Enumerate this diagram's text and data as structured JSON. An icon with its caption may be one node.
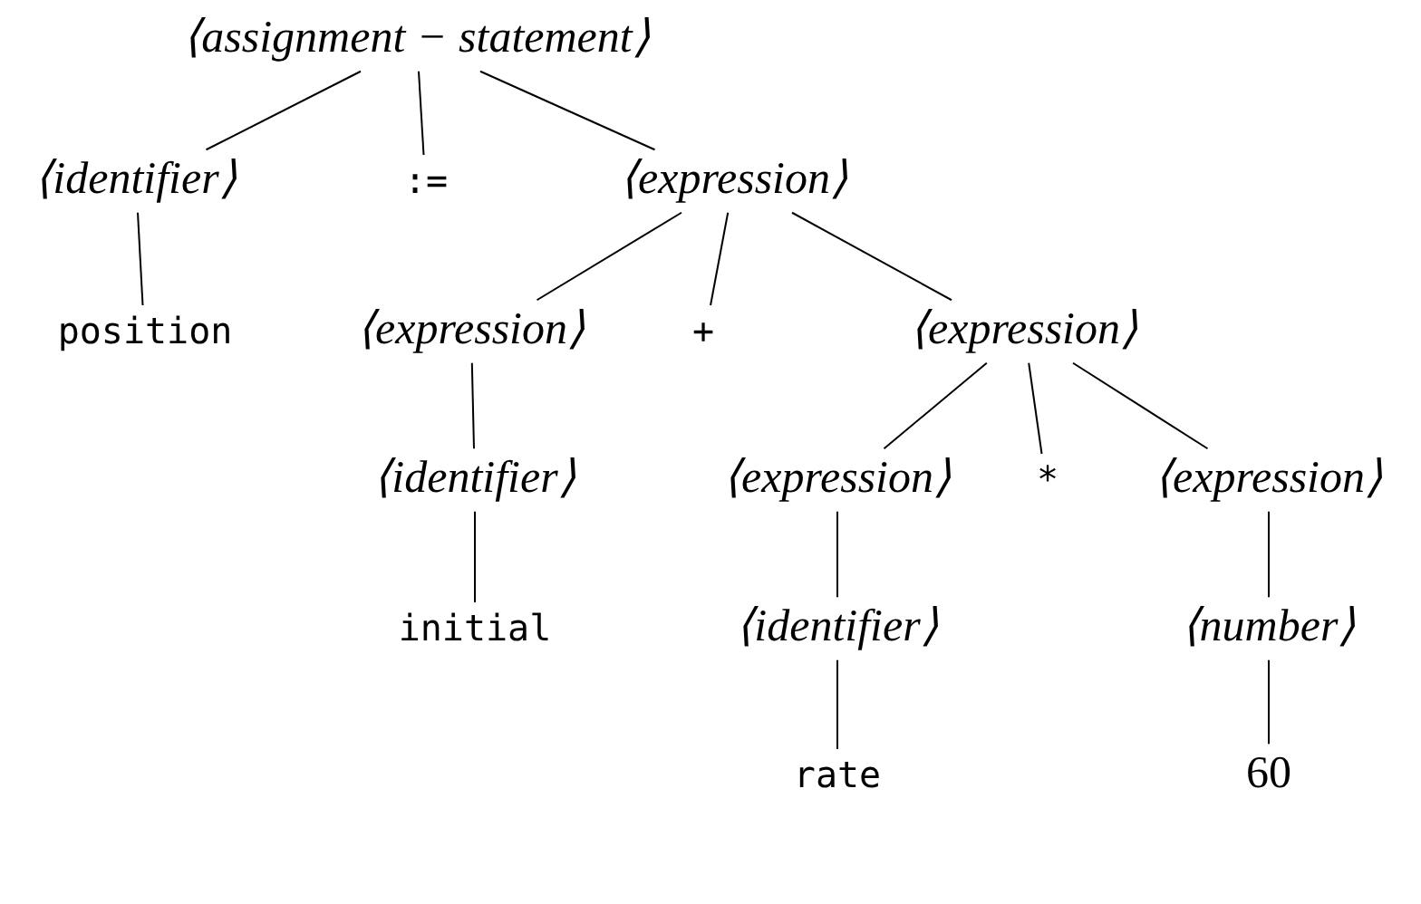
{
  "diagram": {
    "nodes": [
      {
        "text": [
          "⟨assignment − statement⟩"
        ]
      },
      {
        "text": [
          "⟨identifier⟩"
        ]
      },
      {
        "text": [
          ":="
        ]
      },
      {
        "text": [
          "⟨expression⟩"
        ]
      },
      {
        "text": [
          "position"
        ]
      },
      {
        "text": [
          "⟨expression⟩"
        ]
      },
      {
        "text": [
          "+"
        ]
      },
      {
        "text": [
          "⟨expression⟩"
        ]
      },
      {
        "text": [
          "⟨identifier⟩"
        ]
      },
      {
        "text": [
          "⟨expression⟩"
        ]
      },
      {
        "text": [
          "*"
        ]
      },
      {
        "text": [
          "⟨expression⟩"
        ]
      },
      {
        "text": [
          "initial"
        ]
      },
      {
        "text": [
          "⟨identifier⟩"
        ]
      },
      {
        "text": [
          "⟨number⟩"
        ]
      },
      {
        "text": [
          "rate"
        ]
      },
      {
        "text": [
          "60"
        ]
      }
    ],
    "edges": [
      {
        "from": 0,
        "to": 1,
        "arrow": "none"
      },
      {
        "from": 0,
        "to": 2,
        "arrow": "none"
      },
      {
        "from": 0,
        "to": 3,
        "arrow": "none"
      },
      {
        "from": 1,
        "to": 4,
        "arrow": "none"
      },
      {
        "from": 3,
        "to": 5,
        "arrow": "none"
      },
      {
        "from": 3,
        "to": 6,
        "arrow": "none"
      },
      {
        "from": 3,
        "to": 7,
        "arrow": "none"
      },
      {
        "from": 5,
        "to": 8,
        "arrow": "none"
      },
      {
        "from": 7,
        "to": 9,
        "arrow": "none"
      },
      {
        "from": 7,
        "to": 10,
        "arrow": "none"
      },
      {
        "from": 7,
        "to": 11,
        "arrow": "none"
      },
      {
        "from": 8,
        "to": 12,
        "arrow": "none"
      },
      {
        "from": 9,
        "to": 13,
        "arrow": "none"
      },
      {
        "from": 11,
        "to": 14,
        "arrow": "none"
      },
      {
        "from": 13,
        "to": 15,
        "arrow": "none"
      },
      {
        "from": 14,
        "to": 16,
        "arrow": "none"
      }
    ]
  }
}
